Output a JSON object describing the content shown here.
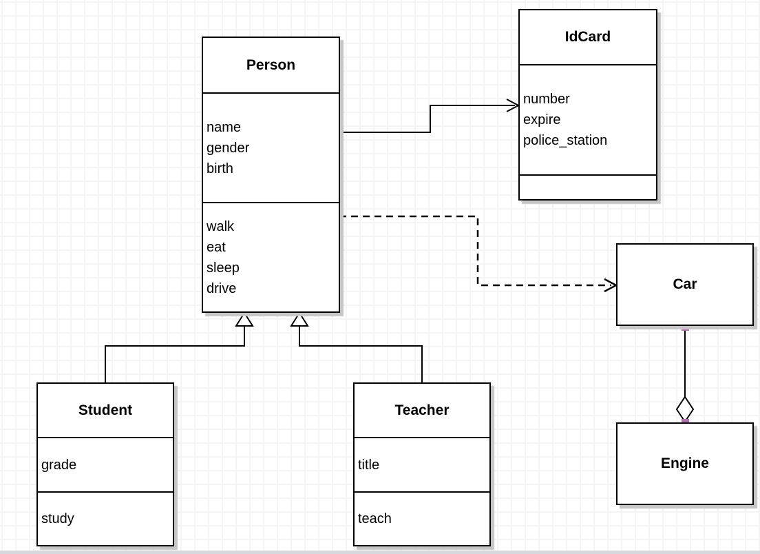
{
  "diagram": {
    "kind": "uml-class-diagram",
    "classes": [
      {
        "id": "person",
        "title": "Person",
        "attributes": [
          "name",
          "gender",
          "birth"
        ],
        "methods": [
          "walk",
          "eat",
          "sleep",
          "drive"
        ]
      },
      {
        "id": "idcard",
        "title": "IdCard",
        "attributes": [
          "number",
          "expire",
          "police_station"
        ],
        "methods": []
      },
      {
        "id": "car",
        "title": "Car",
        "attributes": [],
        "methods": []
      },
      {
        "id": "engine",
        "title": "Engine",
        "attributes": [],
        "methods": []
      },
      {
        "id": "student",
        "title": "Student",
        "attributes": [
          "grade"
        ],
        "methods": [
          "study"
        ]
      },
      {
        "id": "teacher",
        "title": "Teacher",
        "attributes": [
          "title"
        ],
        "methods": [
          "teach"
        ]
      }
    ],
    "relationships": [
      {
        "from": "Person",
        "to": "IdCard",
        "type": "association",
        "line": "solid",
        "arrowhead": "open-arrow"
      },
      {
        "from": "Person",
        "to": "Car",
        "type": "dependency",
        "line": "dashed",
        "arrowhead": "open-arrow"
      },
      {
        "from": "Student",
        "to": "Person",
        "type": "generalization",
        "line": "solid",
        "arrowhead": "hollow-triangle"
      },
      {
        "from": "Teacher",
        "to": "Person",
        "type": "generalization",
        "line": "solid",
        "arrowhead": "hollow-triangle"
      },
      {
        "from": "Car",
        "to": "Engine",
        "type": "aggregation",
        "line": "solid",
        "arrowhead": "hollow-diamond",
        "endpoint_handles": true
      }
    ],
    "colors": {
      "background": "#ffffff",
      "grid_line": "#f4f4f6",
      "box_fill": "#ffffff",
      "box_border": "#000000",
      "shadow": "#c6c6c6",
      "connector": "#000000",
      "endpoint_handle": "#b56bb2",
      "bottom_strip": "#d4d8dc"
    }
  }
}
